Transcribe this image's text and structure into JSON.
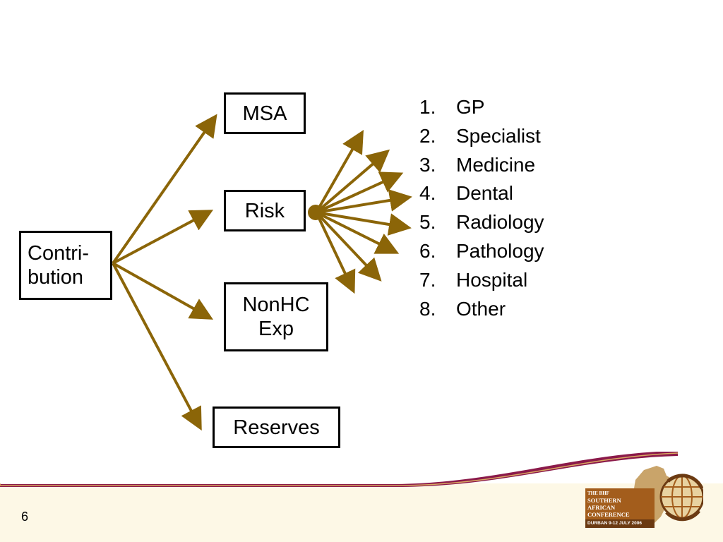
{
  "boxes": {
    "contribution": [
      "Contri-",
      "bution"
    ],
    "msa": "MSA",
    "risk": "Risk",
    "nonhc": [
      "NonHC",
      "Exp"
    ],
    "reserves": "Reserves"
  },
  "categories": [
    {
      "num": "1.",
      "label": "GP"
    },
    {
      "num": "2.",
      "label": "Specialist"
    },
    {
      "num": "3.",
      "label": "Medicine"
    },
    {
      "num": "4.",
      "label": "Dental"
    },
    {
      "num": "5.",
      "label": "Radiology"
    },
    {
      "num": "6.",
      "label": "Pathology"
    },
    {
      "num": "7.",
      "label": "Hospital"
    },
    {
      "num": "8.",
      "label": "Other"
    }
  ],
  "colors": {
    "arrow": "#8b6508",
    "footer_wave": "#8b1a4a",
    "footer_bg": "#fdf8e6"
  },
  "footer": {
    "page_number": "6",
    "logo": {
      "line1": "THE BHF",
      "line2": "SOUTHERN",
      "line3": "AFRICAN",
      "line4": "CONFERENCE",
      "line5": "DURBAN 9-12 JULY 2006"
    }
  }
}
